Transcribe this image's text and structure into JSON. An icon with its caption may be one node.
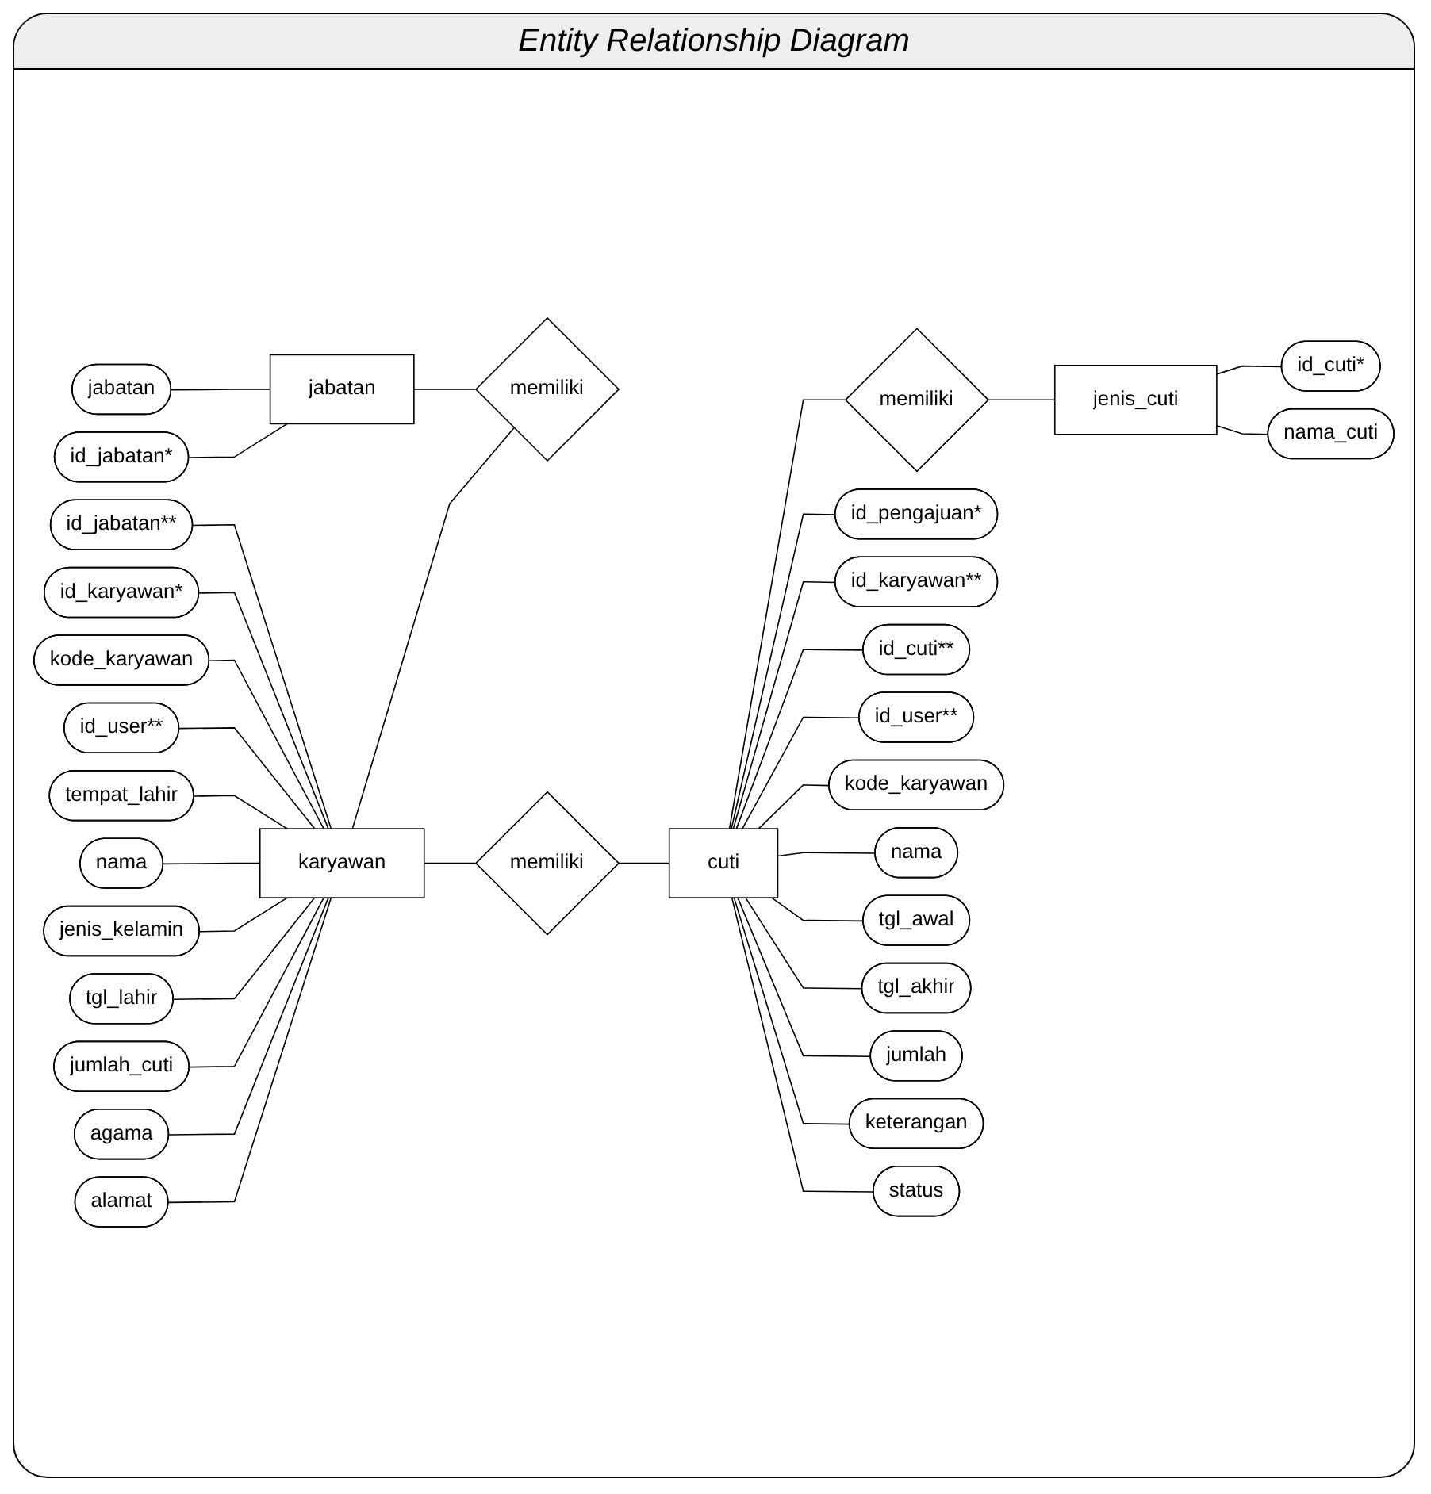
{
  "diagram": {
    "title": "Entity Relationship Diagram",
    "nodes": [
      {
        "text": [
          "alamat"
        ]
      },
      {
        "text": [
          "agama"
        ]
      },
      {
        "text": [
          "jumlah_cuti"
        ]
      },
      {
        "text": [
          "tgl_lahir"
        ]
      },
      {
        "text": [
          "jenis_kelamin"
        ]
      },
      {
        "text": [
          "nama"
        ]
      },
      {
        "text": [
          "tempat_lahir"
        ]
      },
      {
        "text": [
          "id_user**"
        ]
      },
      {
        "text": [
          "kode_karyawan"
        ]
      },
      {
        "text": [
          "id_karyawan*"
        ]
      },
      {
        "text": [
          "id_jabatan**"
        ]
      },
      {
        "text": [
          "id_jabatan*"
        ]
      },
      {
        "text": [
          "jabatan"
        ]
      },
      {
        "text": [
          "karyawan"
        ]
      },
      {
        "text": [
          "memiliki"
        ]
      },
      {
        "text": [
          "jabatan"
        ]
      },
      {
        "text": [
          "memiliki"
        ]
      },
      {
        "text": [
          "cuti"
        ]
      },
      {
        "text": [
          "memiliki"
        ]
      },
      {
        "text": [
          "id_pengajuan*"
        ]
      },
      {
        "text": [
          "id_karyawan**"
        ]
      },
      {
        "text": [
          "id_cuti**"
        ]
      },
      {
        "text": [
          "id_user**"
        ]
      },
      {
        "text": [
          "kode_karyawan"
        ]
      },
      {
        "text": [
          "nama"
        ]
      },
      {
        "text": [
          "tgl_awal"
        ]
      },
      {
        "text": [
          "tgl_akhir"
        ]
      },
      {
        "text": [
          "jumlah"
        ]
      },
      {
        "text": [
          "keterangan"
        ]
      },
      {
        "text": [
          "status"
        ]
      },
      {
        "text": [
          "jenis_cuti"
        ]
      },
      {
        "text": [
          "id_cuti*"
        ]
      },
      {
        "text": [
          "nama_cuti"
        ]
      }
    ],
    "edges": [
      {
        "from": 0,
        "to": 13,
        "arrow": "none"
      },
      {
        "from": 1,
        "to": 13,
        "arrow": "none"
      },
      {
        "from": 2,
        "to": 13,
        "arrow": "none"
      },
      {
        "from": 3,
        "to": 13,
        "arrow": "none"
      },
      {
        "from": 4,
        "to": 13,
        "arrow": "none"
      },
      {
        "from": 5,
        "to": 13,
        "arrow": "none"
      },
      {
        "from": 6,
        "to": 13,
        "arrow": "none"
      },
      {
        "from": 7,
        "to": 13,
        "arrow": "none"
      },
      {
        "from": 8,
        "to": 13,
        "arrow": "none"
      },
      {
        "from": 9,
        "to": 13,
        "arrow": "none"
      },
      {
        "from": 10,
        "to": 13,
        "arrow": "none"
      },
      {
        "from": 11,
        "to": 15,
        "arrow": "none"
      },
      {
        "from": 12,
        "to": 15,
        "arrow": "none"
      },
      {
        "from": 13,
        "to": 14,
        "arrow": "none"
      },
      {
        "from": 15,
        "to": 14,
        "arrow": "none"
      },
      {
        "from": 13,
        "to": 16,
        "arrow": "none"
      },
      {
        "from": 16,
        "to": 17,
        "arrow": "none"
      },
      {
        "from": 17,
        "to": 18,
        "arrow": "none"
      },
      {
        "from": 18,
        "to": 30,
        "arrow": "none"
      },
      {
        "from": 17,
        "to": 19,
        "arrow": "none"
      },
      {
        "from": 17,
        "to": 20,
        "arrow": "none"
      },
      {
        "from": 17,
        "to": 21,
        "arrow": "none"
      },
      {
        "from": 17,
        "to": 22,
        "arrow": "none"
      },
      {
        "from": 17,
        "to": 23,
        "arrow": "none"
      },
      {
        "from": 17,
        "to": 24,
        "arrow": "none"
      },
      {
        "from": 17,
        "to": 25,
        "arrow": "none"
      },
      {
        "from": 17,
        "to": 26,
        "arrow": "none"
      },
      {
        "from": 17,
        "to": 27,
        "arrow": "none"
      },
      {
        "from": 17,
        "to": 28,
        "arrow": "none"
      },
      {
        "from": 17,
        "to": 29,
        "arrow": "none"
      },
      {
        "from": 30,
        "to": 31,
        "arrow": "none"
      },
      {
        "from": 30,
        "to": 32,
        "arrow": "none"
      }
    ]
  }
}
